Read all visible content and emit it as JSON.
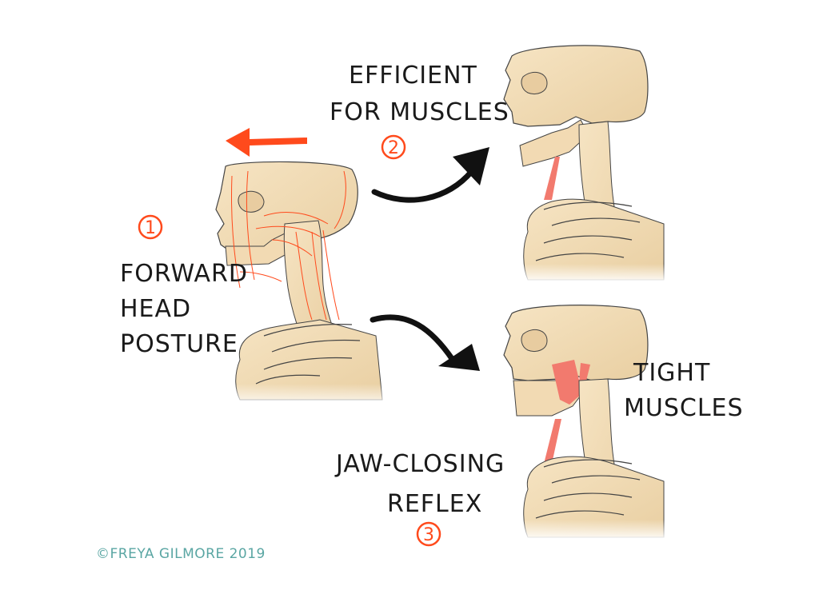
{
  "labels": {
    "step1": {
      "number": "1",
      "line1": "FORWARD",
      "line2": "HEAD",
      "line3": "POSTURE"
    },
    "step2": {
      "number": "2",
      "line1": "EFFICIENT",
      "line2": "FOR MUSCLES"
    },
    "step3": {
      "number": "3",
      "line1": "JAW-CLOSING",
      "line2": "REFLEX"
    },
    "tight": {
      "line1": "TIGHT",
      "line2": "MUSCLES"
    },
    "credit": "©FREYA GILMORE 2019"
  },
  "colors": {
    "bone": "#f3dcb6",
    "bone_shade": "#e2c193",
    "outline": "#333333",
    "accent": "#ff4a1c",
    "muscle": "#f27a6e",
    "credit": "#5aa6a3",
    "arrow": "#111111"
  },
  "icons": {
    "direction_arrow": "arrow-left-icon",
    "flow_arrow_up": "curved-arrow-up-right-icon",
    "flow_arrow_down": "curved-arrow-down-right-icon"
  }
}
